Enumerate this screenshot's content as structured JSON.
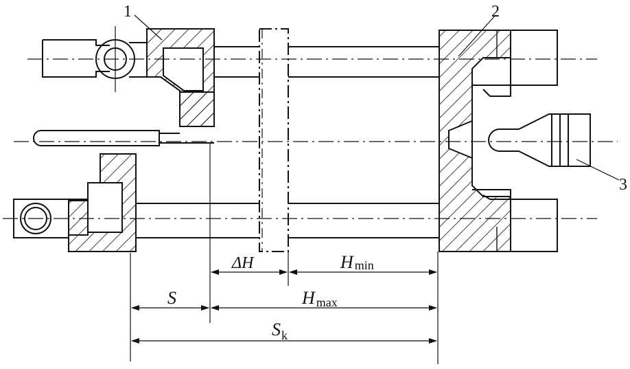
{
  "part_labels": {
    "p1": "1",
    "p2": "2",
    "p3": "3"
  },
  "dimensions": {
    "delta_h": "ΔH",
    "h_min_main": "H",
    "h_min_sub": "min",
    "s": "S",
    "h_max_main": "H",
    "h_max_sub": "max",
    "s_k_main": "S",
    "s_k_sub": "k"
  },
  "colors": {
    "ink": "#111111",
    "background": "#ffffff"
  }
}
